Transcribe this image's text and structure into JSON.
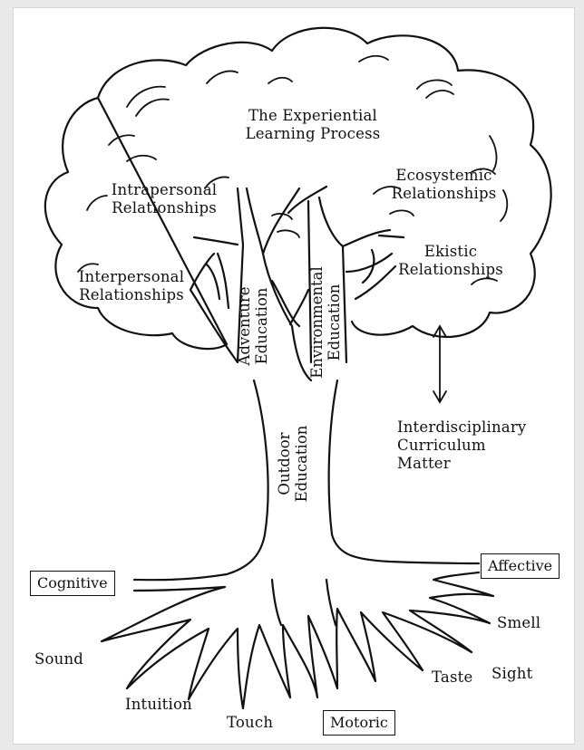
{
  "diagram": {
    "canopy_title": [
      "The Experiential",
      "Learning Process"
    ],
    "intrapersonal": [
      "Intrapersonal",
      "Relationships"
    ],
    "interpersonal": [
      "Interpersonal",
      "Relationships"
    ],
    "ecosystemic": [
      "Ecosystemic",
      "Relationships"
    ],
    "ekistic": [
      "Ekistic",
      "Relationships"
    ],
    "adventure": [
      "Adventure",
      "Education"
    ],
    "environmental": [
      "Environmental",
      "Education"
    ],
    "outdoor": [
      "Outdoor",
      "Education"
    ],
    "interdisciplinary": [
      "Interdisciplinary",
      "Curriculum",
      "Matter"
    ],
    "cognitive": "Cognitive",
    "affective": "Affective",
    "motoric": "Motoric",
    "senses": {
      "sound": "Sound",
      "intuition": "Intuition",
      "touch": "Touch",
      "taste": "Taste",
      "sight": "Sight",
      "smell": "Smell"
    }
  }
}
